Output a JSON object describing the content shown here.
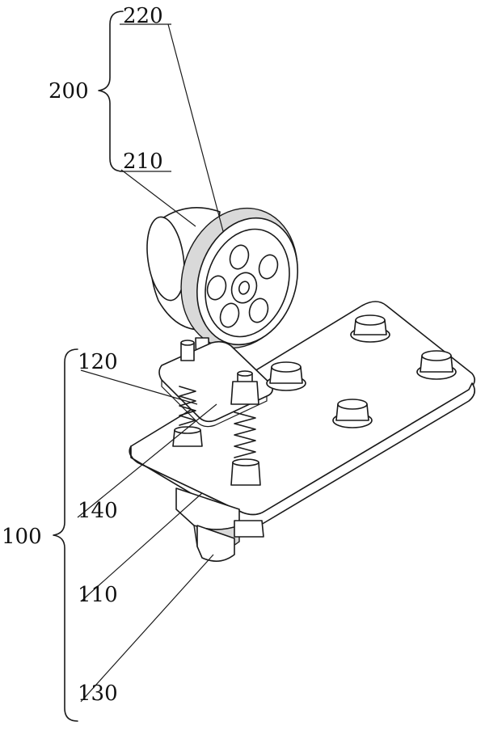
{
  "labels": {
    "l200": "200",
    "l220": "220",
    "l210": "210",
    "l100": "100",
    "l120": "120",
    "l140": "140",
    "l110": "110",
    "l130": "130"
  }
}
